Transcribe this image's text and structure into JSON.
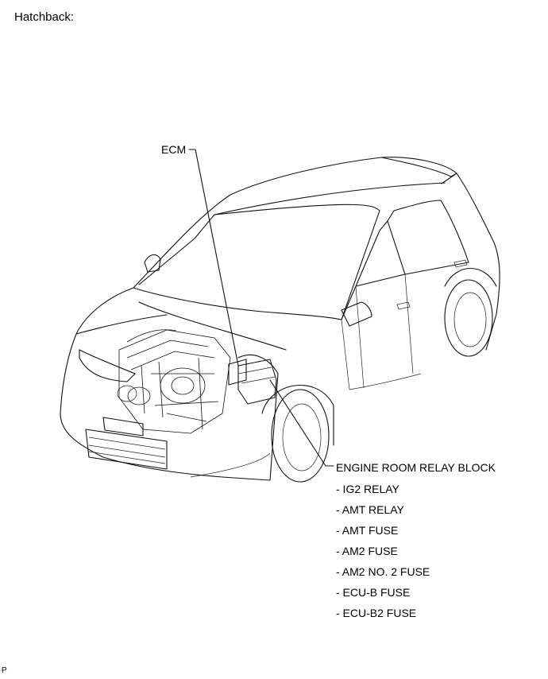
{
  "header": {
    "title": "Hatchback:"
  },
  "labels": {
    "ecm": "ECM",
    "relay_block": "ENGINE ROOM RELAY BLOCK"
  },
  "relay_items": [
    "- IG2 RELAY",
    "- AMT RELAY",
    "- AMT FUSE",
    "- AM2 FUSE",
    "- AM2 NO. 2 FUSE",
    "- ECU-B FUSE",
    "- ECU-B2 FUSE"
  ],
  "footer": {
    "code": "P"
  }
}
